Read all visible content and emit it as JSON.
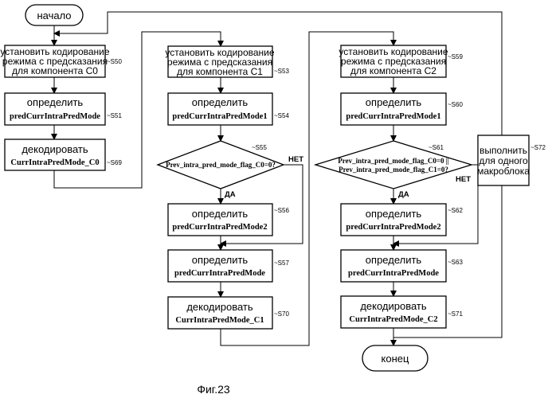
{
  "diagram": {
    "start": "начало",
    "end": "конец",
    "caption": "Фиг.23",
    "yes": "ДА",
    "no": "НЕТ",
    "steps": {
      "s50": {
        "line1": "установить кодирование",
        "line2": "режима с предсказания",
        "line3": "для компонента C0",
        "id": "~S50"
      },
      "s51": {
        "line1": "определить",
        "line2": "predCurrIntraPredMode",
        "id": "~S51"
      },
      "s69": {
        "line1": "декодировать",
        "line2": "CurrIntraPredMode_C0",
        "id": "~S69"
      },
      "s53": {
        "line1": "установить кодирование",
        "line2": "режима с предсказания",
        "line3": "для компонента C1",
        "id": "~S53"
      },
      "s54": {
        "line1": "определить",
        "line2": "predCurrIntraPredMode1",
        "id": "~S54"
      },
      "s55": {
        "line1": "Prev_intra_pred_mode_flag_C0=0?",
        "id": "~S55"
      },
      "s56": {
        "line1": "определить",
        "line2": "predCurrIntraPredMode2",
        "id": "~S56"
      },
      "s57": {
        "line1": "определить",
        "line2": "predCurrIntraPredMode",
        "id": "~S57"
      },
      "s70": {
        "line1": "декодировать",
        "line2": "CurrIntraPredMode_C1",
        "id": "~S70"
      },
      "s59": {
        "line1": "установить кодирование",
        "line2": "режима с предсказания",
        "line3": "для компонента C2",
        "id": "~S59"
      },
      "s60": {
        "line1": "определить",
        "line2": "predCurrIntraPredMode1",
        "id": "~S60"
      },
      "s61": {
        "line1": "Prev_intra_pred_mode_flag_C0=0 ||",
        "line2": "Prev_intra_pred_mode_flag_C1=0?",
        "id": "~S61"
      },
      "s62": {
        "line1": "определить",
        "line2": "predCurrIntraPredMode2",
        "id": "~S62"
      },
      "s63": {
        "line1": "определить",
        "line2": "predCurrIntraPredMode",
        "id": "~S63"
      },
      "s71": {
        "line1": "декодировать",
        "line2": "CurrIntraPredMode_C2",
        "id": "~S71"
      },
      "s72": {
        "line1": "выполнить",
        "line2": "для одного",
        "line3": "макроблока",
        "id": "~S72"
      }
    }
  }
}
